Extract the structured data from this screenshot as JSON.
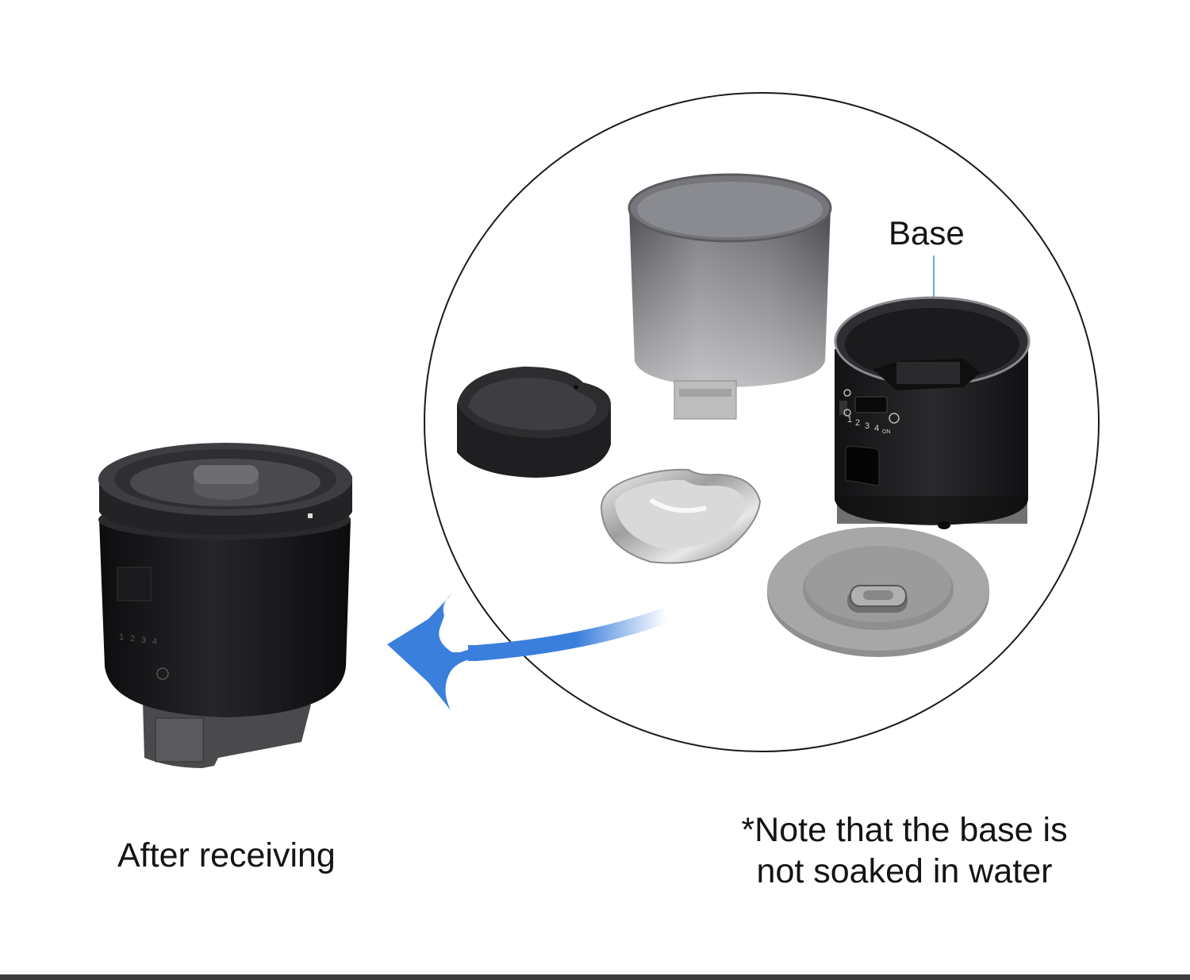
{
  "labels": {
    "base": "Base",
    "after_receiving": "After receiving",
    "note_line1": "*Note that the base is",
    "note_line2": "not soaked in water"
  },
  "colors": {
    "background": "#ffffff",
    "arrow_blue": "#3b7fdc",
    "leader_line": "#6aa3e6",
    "device_dark": "#1c1c1e",
    "lid_gray": "#9b9b9b",
    "bottom_bar": "#3d3d3d"
  },
  "icons": {
    "arrow": "curved-left-arrow-icon",
    "keypad_digits": [
      "1",
      "2",
      "3",
      "4",
      "ON"
    ]
  }
}
